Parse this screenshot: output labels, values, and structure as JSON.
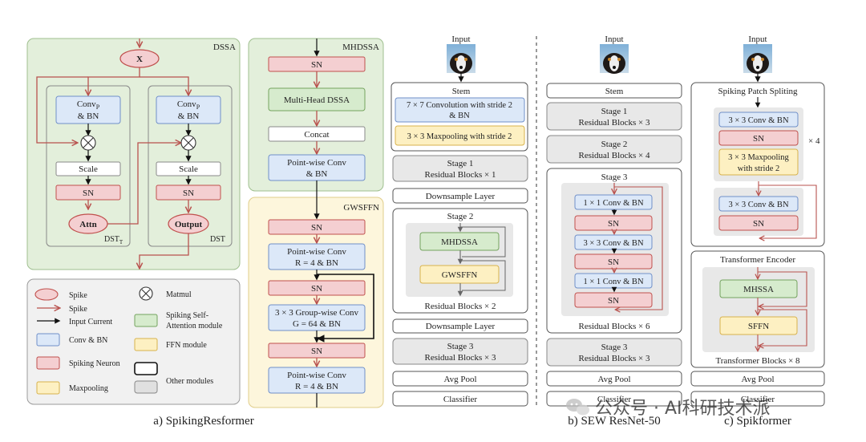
{
  "colors": {
    "blue_fill": "#dce8f8",
    "blue_stroke": "#6f8fc9",
    "red_fill": "#f4cfd1",
    "red_stroke": "#c0504d",
    "green_fill": "#d6ebcd",
    "green_stroke": "#74a35e",
    "yellow_fill": "#fdf0c2",
    "yellow_stroke": "#d8b24c",
    "gray_fill": "#ececec",
    "gray_stroke": "#8a8a8a",
    "dssa_bg": "#e3efdb",
    "gwsffn_bg": "#fdf6dc",
    "arrow_red": "#b9524e"
  },
  "dssa": {
    "title": "DSSA",
    "x_label": "X",
    "conv_left": [
      "Conv",
      "P",
      "& BN"
    ],
    "conv_right": [
      "Conv",
      "P",
      "& BN"
    ],
    "scale": "Scale",
    "sn": "SN",
    "attn": "Attn",
    "output": "Output",
    "dst_t": [
      "DST",
      "T"
    ],
    "dst": "DST"
  },
  "legend": {
    "spike": "Spike",
    "input_current": "Input Current",
    "spike_arrow": "Spike",
    "conv_bn": "Conv & BN",
    "spiking_neuron": "Spiking Neuron",
    "maxpooling": "Maxpooling",
    "matmul": "Matmul",
    "ssa_module": [
      "Spiking Self-",
      "Attention module"
    ],
    "ffn_module": "FFN module",
    "other_modules": "Other modules"
  },
  "mhdssa": {
    "title": "MHDSSA",
    "sn": "SN",
    "multihead": "Multi-Head DSSA",
    "concat": "Concat",
    "pwconv": [
      "Point-wise Conv",
      "& BN"
    ]
  },
  "gwsffn": {
    "title": "GWSFFN",
    "sn1": "SN",
    "pw1": [
      "Point-wise Conv",
      "R = 4 & BN"
    ],
    "sn2": "SN",
    "gw": [
      "3 × 3 Group-wise Conv",
      "G = 64 & BN"
    ],
    "sn3": "SN",
    "pw2": [
      "Point-wise Conv",
      "R = 4 & BN"
    ]
  },
  "col_a": {
    "input": "Input",
    "stem": "Stem",
    "stem_conv": [
      "7 × 7 Convolution with stride 2",
      "& BN"
    ],
    "stem_pool": "3 × 3 Maxpooling with stride 2",
    "stage1": [
      "Stage 1",
      "Residual Blocks × 1"
    ],
    "downsample1": "Downsample Layer",
    "stage2": "Stage 2",
    "stage2_mhdssa": "MHDSSA",
    "stage2_gwsffn": "GWSFFN",
    "stage2_blocks": "Residual Blocks × 2",
    "downsample2": "Downsample Layer",
    "stage3": [
      "Stage 3",
      "Residual Blocks × 3"
    ],
    "avgpool": "Avg Pool",
    "classifier": "Classifier"
  },
  "col_b": {
    "input": "Input",
    "stem": "Stem",
    "stage1": [
      "Stage 1",
      "Residual Blocks × 3"
    ],
    "stage2": [
      "Stage 2",
      "Residual Blocks × 4"
    ],
    "stage3": "Stage 3",
    "conv1": "1 × 1 Conv & BN",
    "sn1": "SN",
    "conv2": "3 × 3 Conv & BN",
    "sn2": "SN",
    "conv3": "1 × 1 Conv & BN",
    "sn3": "SN",
    "stage3_blocks": "Residual Blocks × 6",
    "stage4": [
      "Stage 3",
      "Residual Blocks × 3"
    ],
    "avgpool": "Avg Pool",
    "classifier": "Classifier"
  },
  "col_c": {
    "input": "Input",
    "sps": "Spiking Patch Spliting",
    "conv1": "3 × 3 Conv & BN",
    "sn1": "SN",
    "pool": [
      "3 × 3 Maxpooling",
      "with stride 2"
    ],
    "times4": "× 4",
    "conv2": "3 × 3 Conv & BN",
    "sn2": "SN",
    "encoder": "Transformer Encoder",
    "mhssa": "MHSSA",
    "sffn": "SFFN",
    "blocks": "Transformer Blocks × 8",
    "avgpool": "Avg Pool",
    "classifier": "Classifier"
  },
  "captions": {
    "a": "a) SpikingResformer",
    "b": "b) SEW ResNet-50",
    "c": "c) Spikformer"
  },
  "watermark": "公众号 · AI科研技术派"
}
